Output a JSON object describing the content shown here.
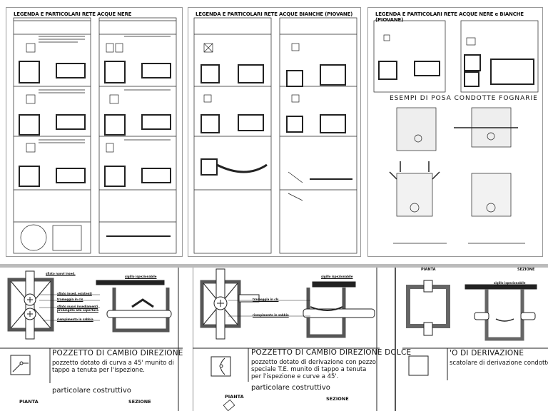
{
  "sheets": [
    {
      "title": "LEGENDA E PARTICOLARI RETE ACQUE NERE"
    },
    {
      "title": "LEGENDA E PARTICOLARI RETE ACQUE BIANCHE (PIOVANE)"
    },
    {
      "title": "LEGENDA E PARTICOLARI RETE ACQUE NERE e BIANCHE (PIOVANE)",
      "section": "ESEMPI DI POSA CONDOTTE FOGNARIE"
    }
  ],
  "panels": [
    {
      "title": "POZZETTO DI CAMBIO DIREZIONE",
      "desc": "pozzetto dotato  di curva a 45' munito  di tappo a tenuta per l'ispezione.",
      "cost": "particolare costruttivo",
      "pianta": "PIANTA",
      "sezione": "SEZIONE",
      "labels": [
        "sfiato nuovi insed.",
        "sigillo ispezionabile",
        "sfiato insed. esistenti",
        "tramoggia in cls",
        "sfiato nuovi insediamenti prolungato alla copertura",
        "riempimento in sabbia"
      ]
    },
    {
      "title": "POZZETTO DI CAMBIO DIREZIONE DOLCE",
      "desc": "pozzetto dotato di  derivazione  con pezzo speciale T.E. munito di tappo a tenuta per l'ispezione e curve a 45'.",
      "cost": "particolare costruttivo",
      "pianta": "PIANTA",
      "sezione": "SEZIONE",
      "labels": [
        "sigillo ispezionabile",
        "tramoggia in cls",
        "riempimento in sabbia"
      ]
    },
    {
      "title": "'O DI DERIVAZIONE",
      "desc": "scatolare di derivazione condotte",
      "pianta": "PIANTA",
      "sezione": "SEZIONE",
      "labels": [
        "sigillo ispezionabile"
      ]
    }
  ]
}
